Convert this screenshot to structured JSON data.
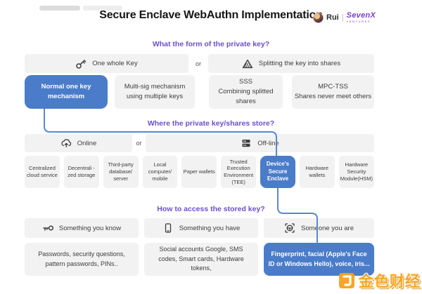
{
  "header": {
    "title": "Secure Enclave WebAuthn Implementation",
    "author": "Rui",
    "separator": "|",
    "org": "SevenX",
    "org_sub": "VENTURES"
  },
  "colors": {
    "accent_blue": "#4a7cc9",
    "connector_blue": "#5b87cf",
    "heading_purple": "#6b4fd3",
    "box_gray": "#f2f2f2",
    "watermark_orange": "#f6a21d"
  },
  "s1": {
    "heading": "What the form of the private key?",
    "or": "or",
    "opt_a": {
      "icon": "key-icon",
      "label": "One whole Key"
    },
    "opt_b": {
      "icon": "split-triangle-icon",
      "label": "Splitting the key into shares"
    },
    "cards": [
      {
        "l1": "Normal one key",
        "l2": "mechanism",
        "selected": true
      },
      {
        "l1": "Multi-sig mechanism",
        "l2": "using multiple keys",
        "selected": false
      },
      {
        "l1": "SSS",
        "l2": "Combining splitted shares",
        "selected": false
      },
      {
        "l1": "MPC-TSS",
        "l2": "Shares never meet others",
        "selected": false
      }
    ]
  },
  "s2": {
    "heading": "Where the private key/shares store?",
    "or": "or",
    "opt_a": {
      "icon": "cloud-upload-icon",
      "label": "Online"
    },
    "opt_b": {
      "icon": "server-stack-icon",
      "label": "Off-line"
    },
    "cards": [
      {
        "label": "Centralized cloud service",
        "selected": false
      },
      {
        "label": "Decentrali -zed storage",
        "selected": false
      },
      {
        "label": "Third-party database/ server",
        "selected": false
      },
      {
        "label": "Local computer/ mobile",
        "selected": false
      },
      {
        "label": "Paper wallets",
        "selected": false
      },
      {
        "label": "Trusted Execution Environment (TEE)",
        "selected": false
      },
      {
        "label": "Device's Secure Enclave",
        "selected": true
      },
      {
        "label": "Hardware wallets",
        "selected": false
      },
      {
        "label": "Hardware Security Module(HSM)",
        "selected": false
      }
    ]
  },
  "s3": {
    "heading": "How to access the stored key?",
    "opts": [
      {
        "icon": "key-left-icon",
        "label": "Something you know"
      },
      {
        "icon": "phone-icon",
        "label": "Something you have"
      },
      {
        "icon": "face-scan-icon",
        "label": "Someone you are"
      }
    ],
    "cards": [
      {
        "label": "Passwords, security questions, pattern passwords, PINs..",
        "selected": false
      },
      {
        "label": "Social accounts Google, SMS codes, Smart cards, Hardware tokens,",
        "selected": false
      },
      {
        "label": "Fingerprint, facial (Apple's Face ID or Windows Hello), voice, iris...",
        "selected": true
      }
    ]
  },
  "watermark": {
    "text": "金色财经"
  }
}
